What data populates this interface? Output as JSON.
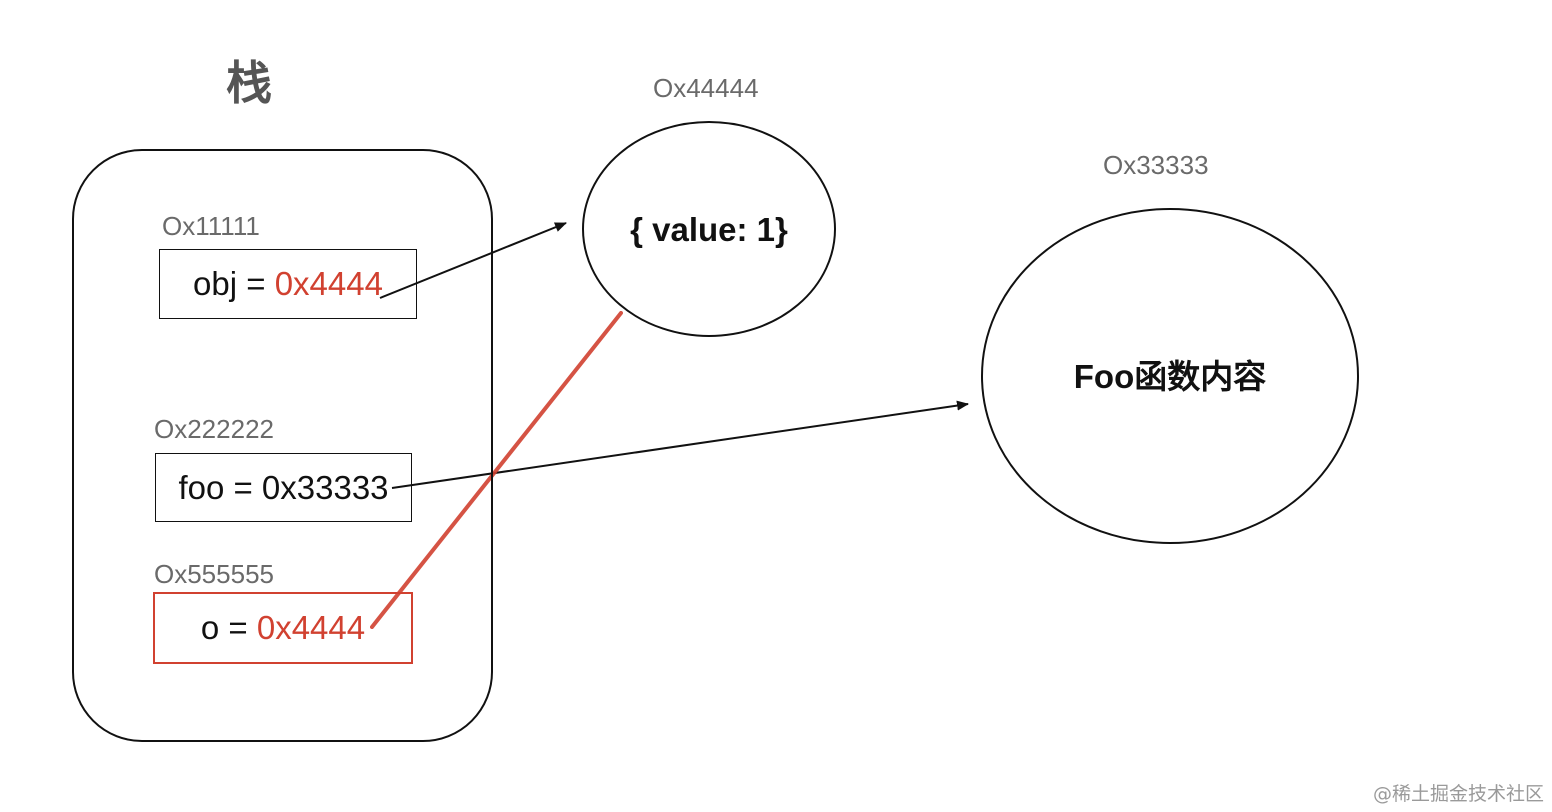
{
  "stack": {
    "title": "栈",
    "cells": [
      {
        "address": "Ox11111",
        "name": "obj",
        "op": " = ",
        "value": "0x4444"
      },
      {
        "address": "Ox222222",
        "name": "foo",
        "op": " = ",
        "value": "0x33333"
      },
      {
        "address": "Ox555555",
        "name": "o",
        "op": " = ",
        "value": "0x4444"
      }
    ]
  },
  "heap": {
    "object": {
      "address": "Ox44444",
      "label": "{ value: 1}"
    },
    "function": {
      "address": "Ox33333",
      "label": "Foo函数内容"
    }
  },
  "colors": {
    "pointer": "#d14130",
    "stroke": "#111111",
    "address": "#6a6a6a",
    "title": "#555555"
  },
  "watermark": "@稀土掘金技术社区"
}
